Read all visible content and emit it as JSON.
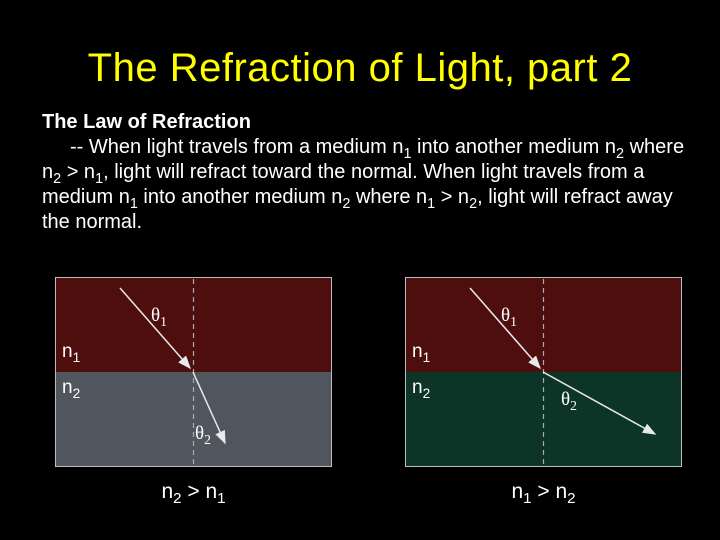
{
  "slide": {
    "title": "The Refraction of Light, part 2",
    "heading": "The Law of Refraction",
    "paragraph": [
      {
        "t": "-- When light travels from a medium n"
      },
      {
        "s": "1"
      },
      {
        "t": " into another medium n"
      },
      {
        "s": "2"
      },
      {
        "t": " where n"
      },
      {
        "s": "2"
      },
      {
        "t": " > n"
      },
      {
        "s": "1"
      },
      {
        "t": ", light will refract toward the normal. When light travels from a medium n"
      },
      {
        "s": "1"
      },
      {
        "t": " into another medium n"
      },
      {
        "s": "2"
      },
      {
        "t": " where n"
      },
      {
        "s": "1"
      },
      {
        "t": " > n"
      },
      {
        "s": "2"
      },
      {
        "t": ", light will refract away the normal."
      }
    ]
  },
  "colors": {
    "title_text": "#ffff00",
    "body_text": "#ffffff",
    "medium1_fill": "#4f0e0e",
    "left_medium2_fill": "#51565e",
    "right_medium2_fill": "#0c3527",
    "box_border": "#b9bdc2",
    "normal_line": "#a8adb3",
    "ray": "#e9e9e9"
  },
  "left_diagram": {
    "theta1": [
      {
        "t": "θ"
      },
      {
        "s": "1"
      }
    ],
    "theta2": [
      {
        "t": "θ"
      },
      {
        "s": "2"
      }
    ],
    "n1": [
      {
        "t": "n"
      },
      {
        "s": "1"
      }
    ],
    "n2": [
      {
        "t": "n"
      },
      {
        "s": "2"
      }
    ],
    "caption": [
      {
        "t": "n"
      },
      {
        "s": "2"
      },
      {
        "t": " > n"
      },
      {
        "s": "1"
      }
    ]
  },
  "right_diagram": {
    "theta1": [
      {
        "t": "θ"
      },
      {
        "s": "1"
      }
    ],
    "theta2": [
      {
        "t": "θ"
      },
      {
        "s": "2"
      }
    ],
    "n1": [
      {
        "t": "n"
      },
      {
        "s": "1"
      }
    ],
    "n2": [
      {
        "t": "n"
      },
      {
        "s": "2"
      }
    ],
    "caption": [
      {
        "t": "n"
      },
      {
        "s": "1"
      },
      {
        "t": " > n"
      },
      {
        "s": "2"
      }
    ]
  }
}
